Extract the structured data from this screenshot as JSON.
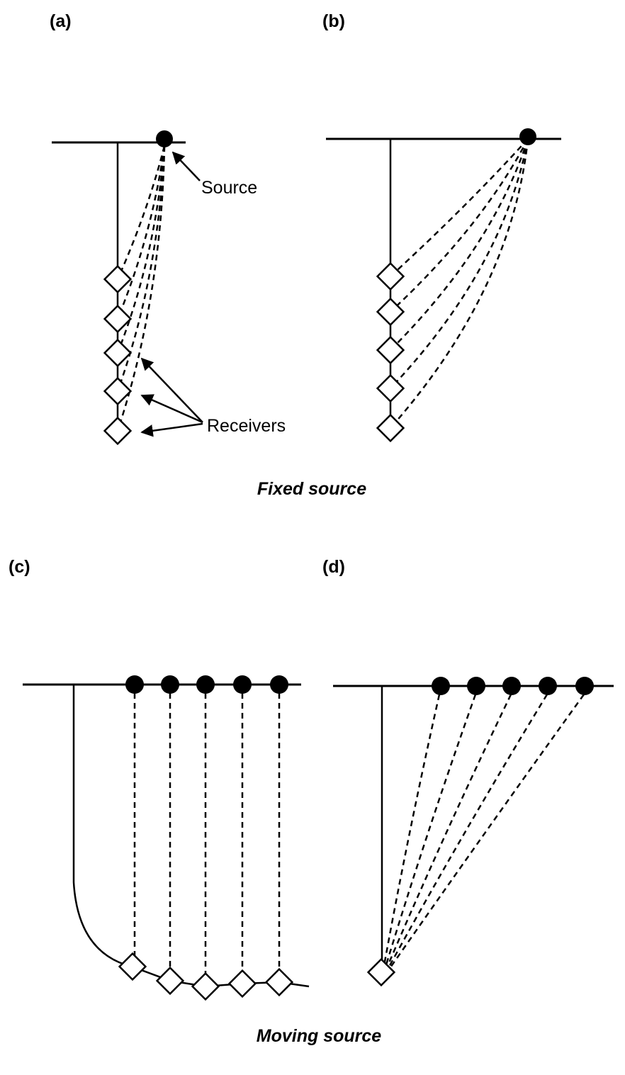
{
  "panels": {
    "a": {
      "label": "(a)"
    },
    "b": {
      "label": "(b)"
    },
    "c": {
      "label": "(c)"
    },
    "d": {
      "label": "(d)"
    }
  },
  "callouts": {
    "source": "Source",
    "receivers": "Receivers"
  },
  "captions": {
    "fixed": "Fixed source",
    "moving": "Moving source"
  },
  "colors": {
    "ink": "#000000",
    "background": "#ffffff"
  }
}
